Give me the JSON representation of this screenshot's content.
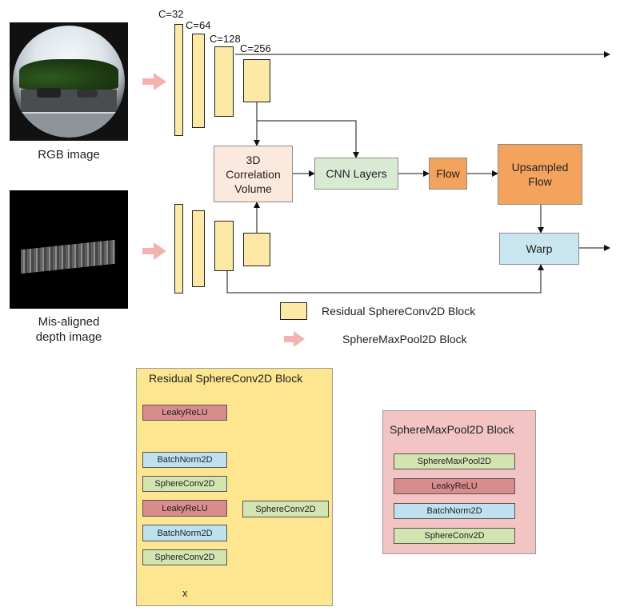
{
  "inputs": {
    "rgb_caption": "RGB image",
    "depth_caption_line1": "Mis-aligned",
    "depth_caption_line2": "depth image"
  },
  "encoder": {
    "channels": [
      "C=32",
      "C=64",
      "C=128",
      "C=256"
    ]
  },
  "pipeline": {
    "correlation_line1": "3D",
    "correlation_line2": "Correlation",
    "correlation_line3": "Volume",
    "cnn_layers": "CNN Layers",
    "flow": "Flow",
    "upsampled_line1": "Upsampled",
    "upsampled_line2": "Flow",
    "warp": "Warp"
  },
  "legend": {
    "conv_block": "Residual SphereConv2D Block",
    "pool_block": "SphereMaxPool2D Block"
  },
  "residual_panel": {
    "title": "Residual SphereConv2D Block",
    "layers": [
      "LeakyReLU",
      "BatchNorm2D",
      "SphereConv2D",
      "LeakyReLU",
      "BatchNorm2D",
      "SphereConv2D"
    ],
    "skip_layer": "SphereConv2D",
    "add_symbol": "+",
    "input_label": "x"
  },
  "pool_panel": {
    "title": "SphereMaxPool2D Block",
    "layers": [
      "SphereMaxPool2D",
      "LeakyReLU",
      "BatchNorm2D",
      "SphereConv2D"
    ]
  },
  "colors": {
    "block_yellow": "#fde9a6",
    "correlation": "#fbe9dd",
    "cnn": "#d9ead3",
    "flow": "#f4a35c",
    "warp": "#c9e6f0",
    "residual_panel": "#fde68f",
    "pool_panel": "#f2c4c4",
    "pool_arrow": "#f2b3b0"
  }
}
